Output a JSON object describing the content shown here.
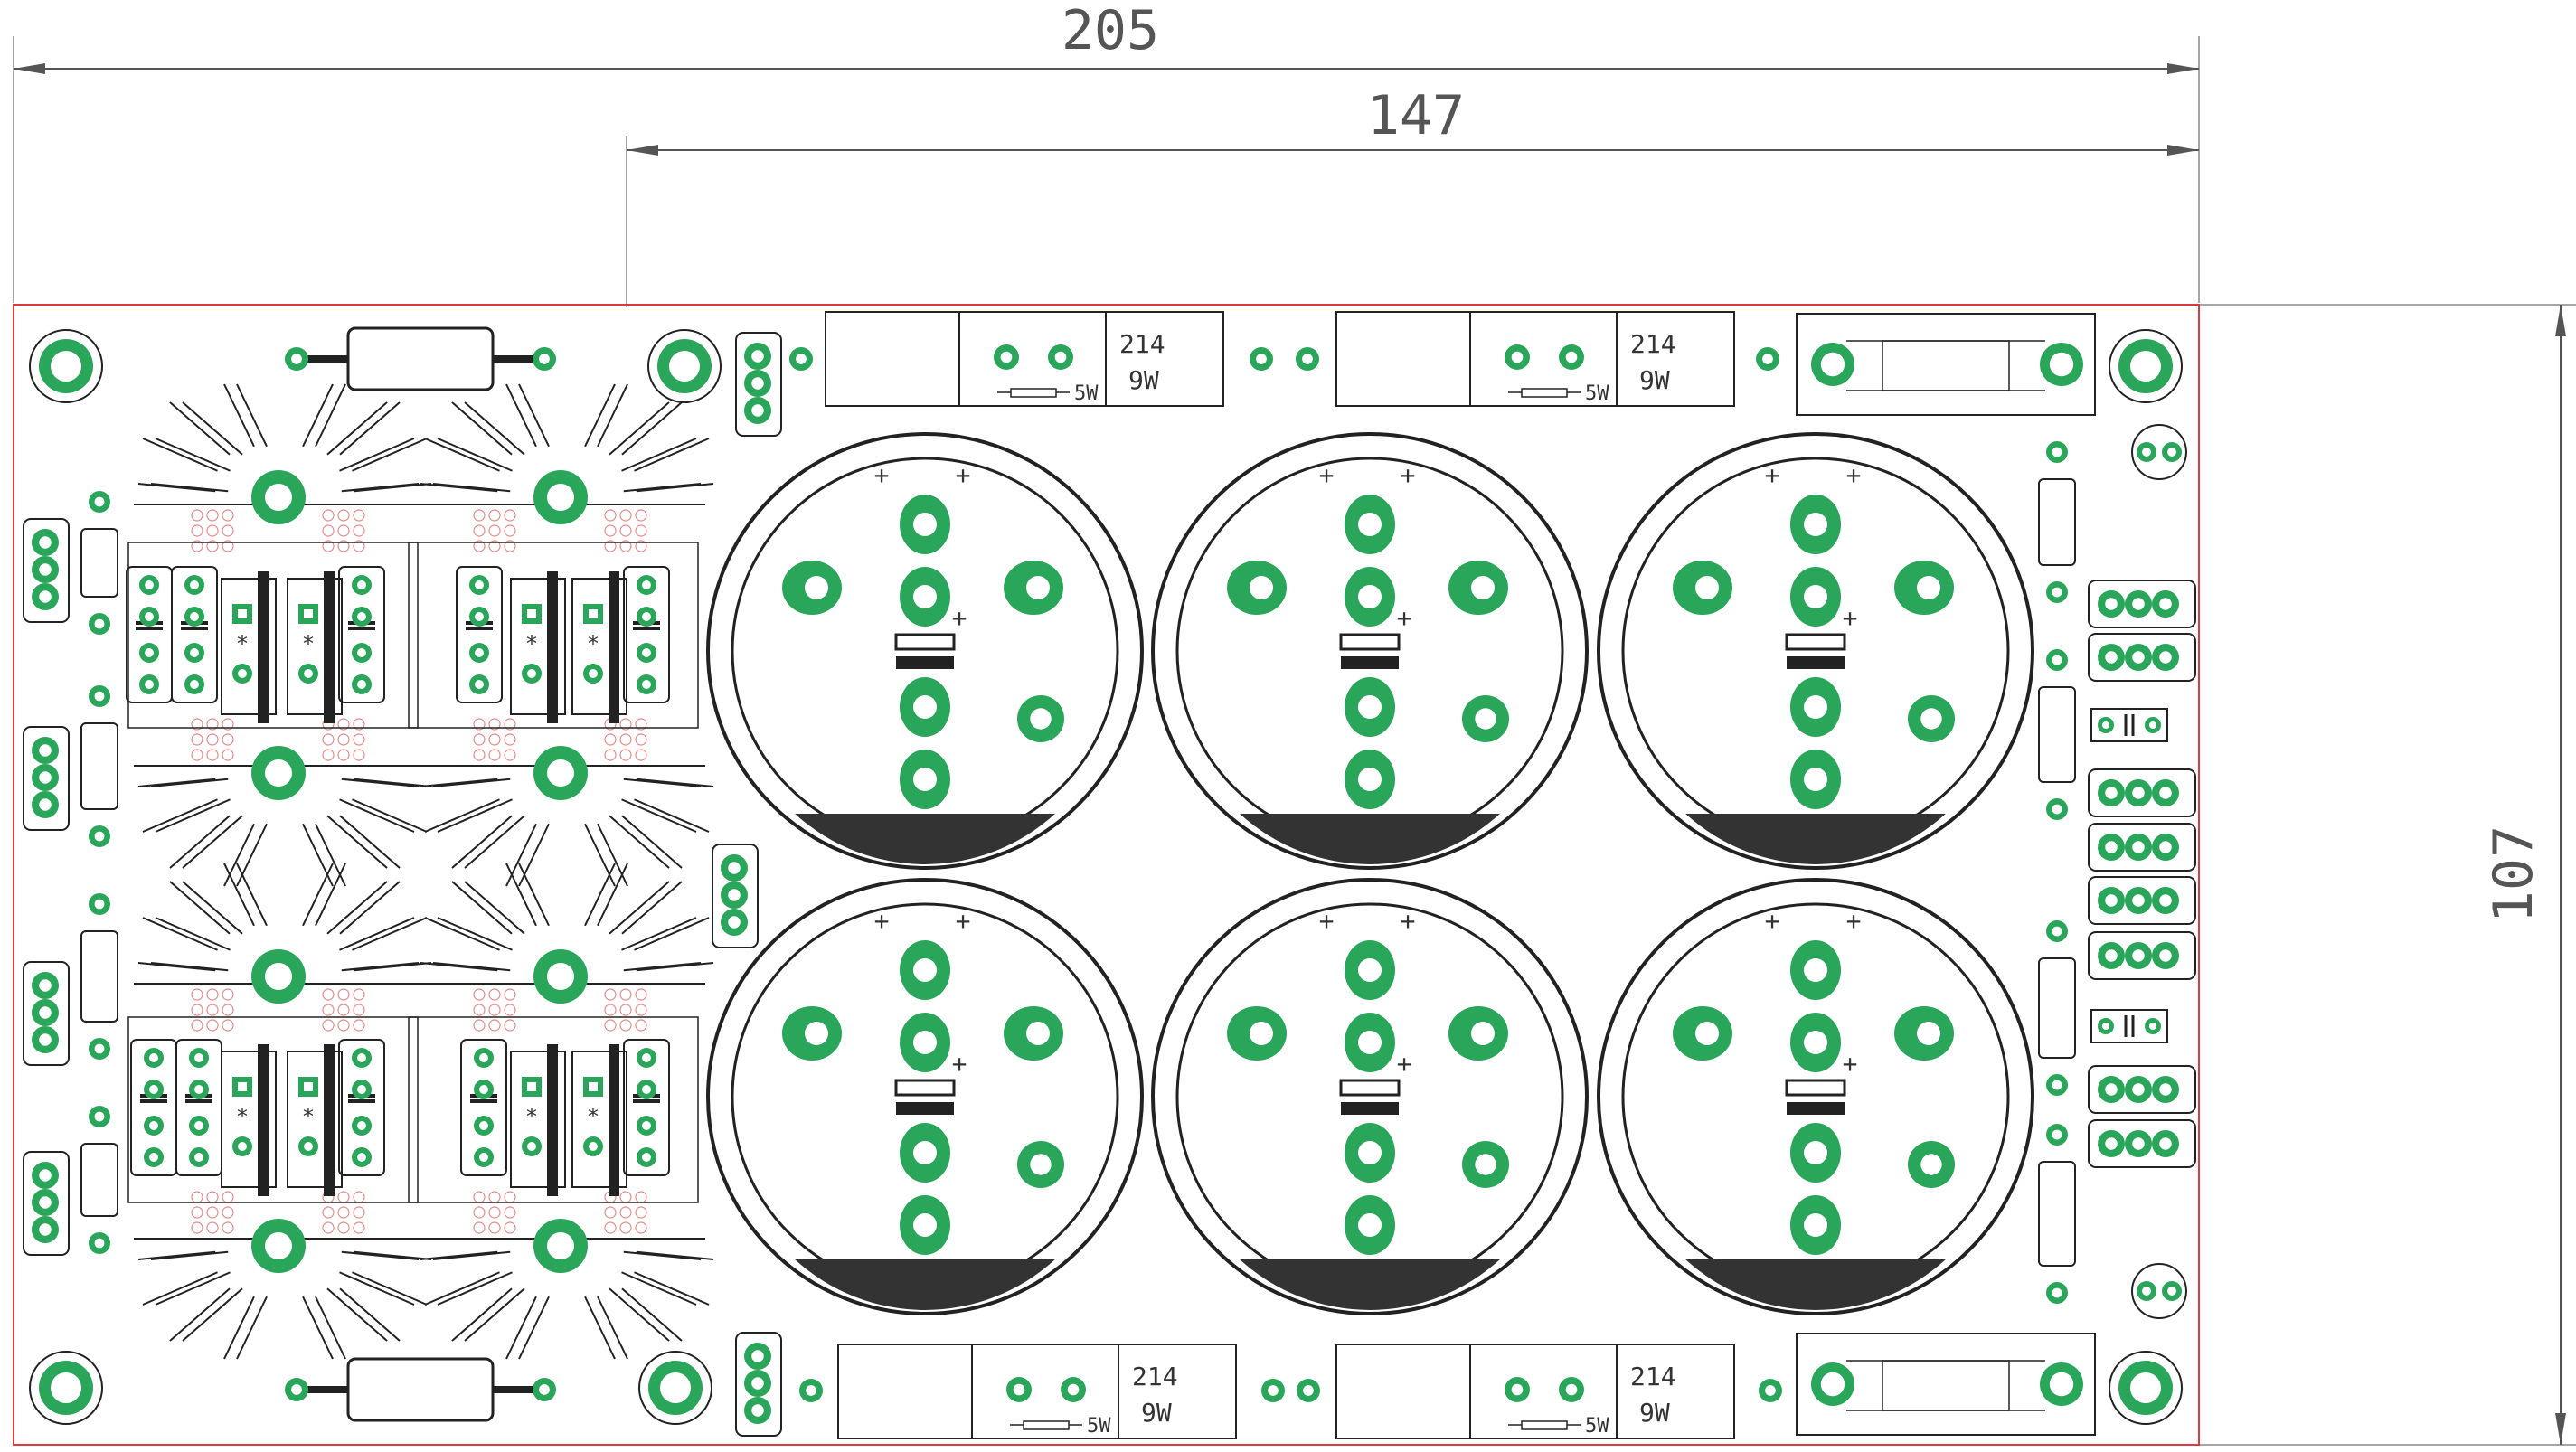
{
  "dimensions": {
    "overall_width": "205",
    "inner_width": "147",
    "height": "107"
  },
  "resistor_labels": {
    "power_rating": "5W",
    "part_value": "214",
    "part_power": "9W"
  },
  "symbols": {
    "plus": "+"
  },
  "colors": {
    "pad": "#2aa65a",
    "board_outline": "#e0383e",
    "silkscreen": "#222222",
    "dimension_line": "#555555",
    "thermal_via": "#e88a8a"
  }
}
